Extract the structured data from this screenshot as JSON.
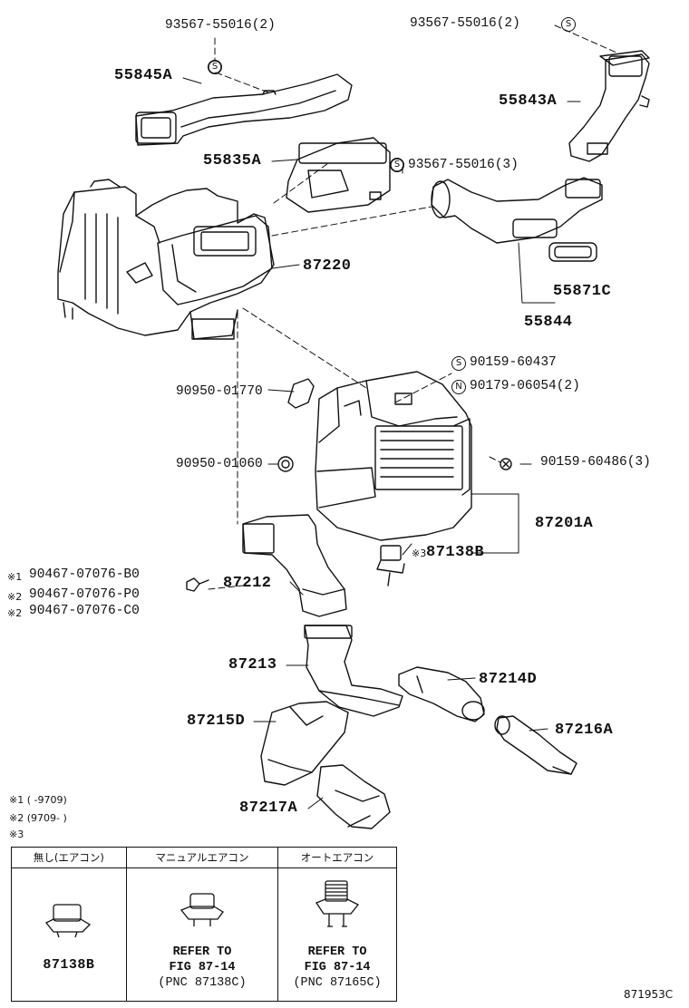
{
  "labels": {
    "p93567_tl": "93567-55016(2)",
    "p93567_tr": "93567-55016(2)",
    "p93567_mid": "93567-55016(3)",
    "p55845A": "55845A",
    "p55843A": "55843A",
    "p55835A": "55835A",
    "p87220": "87220",
    "p55871C": "55871C",
    "p55844": "55844",
    "p90159_437": "90159-60437",
    "p90179": "90179-06054(2)",
    "p90950_1770": "90950-01770",
    "p90950_1060": "90950-01060",
    "p90159_486": "90159-60486(3)",
    "p87201A": "87201A",
    "p87138B": "87138B",
    "p87212": "87212",
    "p87213": "87213",
    "p87214D": "87214D",
    "p87215D": "87215D",
    "p87216A": "87216A",
    "p87217A": "87217A",
    "v1": "90467-07076-B0",
    "v2": "90467-07076-P0",
    "v3": "90467-07076-C0",
    "mark1": "※1",
    "mark2": "※2",
    "mark2b": "※2",
    "mark3": "※3",
    "circle_s": "S",
    "circle_n": "N",
    "figure_code": "871953C"
  },
  "notes": {
    "n1": "※1 (     -9709)",
    "n2": "※2 (9709-     )",
    "n3": "※3"
  },
  "legend": {
    "headers": [
      "無し(エアコン)",
      "マニュアルエアコン",
      "オートエアコン"
    ],
    "col1_part": "87138B",
    "col2_ref": [
      "REFER TO",
      "FIG 87-14",
      "(PNC 87138C)"
    ],
    "col3_ref": [
      "REFER TO",
      "FIG 87-14",
      "(PNC 87165C)"
    ]
  }
}
